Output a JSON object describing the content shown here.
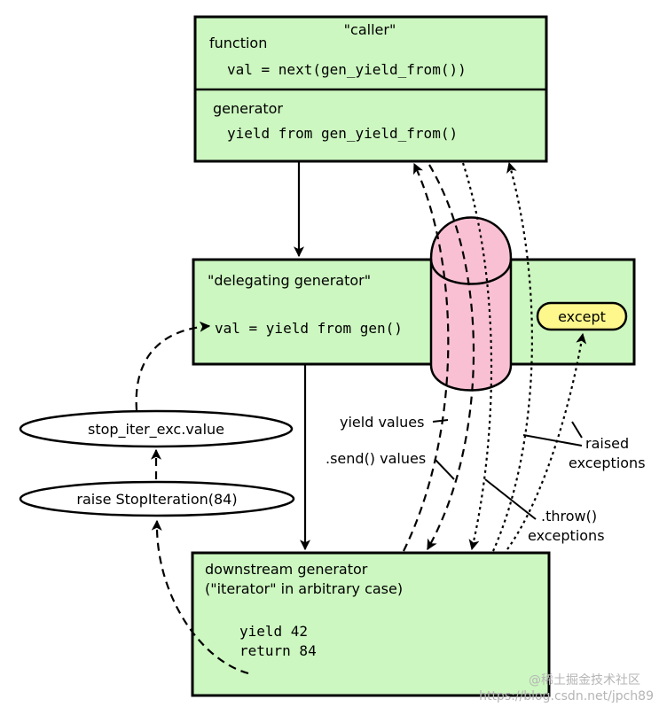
{
  "caller": {
    "title": "\"caller\"",
    "function_label": "function",
    "function_code": "val = next(gen_yield_from())",
    "generator_label": "generator",
    "generator_code": "yield from gen_yield_from()"
  },
  "delegating": {
    "title": "\"delegating generator\"",
    "code": "val = yield from gen()",
    "except_label": "except"
  },
  "downstream": {
    "title_line1": "downstream generator",
    "title_line2": "(\"iterator\" in arbitrary case)",
    "code_line1": "yield 42",
    "code_line2": "return 84"
  },
  "ellipses": {
    "stop_iter": "stop_iter_exc.value",
    "raise_stop": "raise StopIteration(84)"
  },
  "labels": {
    "yield_values": "yield values",
    "send_values": ".send() values",
    "raised_line1": "raised",
    "raised_line2": "exceptions",
    "throw_line1": ".throw()",
    "throw_line2": "exceptions"
  },
  "watermark": {
    "line1": "@稀土掘金技术社区",
    "line2": "https://blog.csdn.net/jpch89"
  },
  "colors": {
    "box_fill": "#ccf7c0",
    "pipe_fill": "#f9c0d3",
    "except_fill": "#fdf78c"
  }
}
